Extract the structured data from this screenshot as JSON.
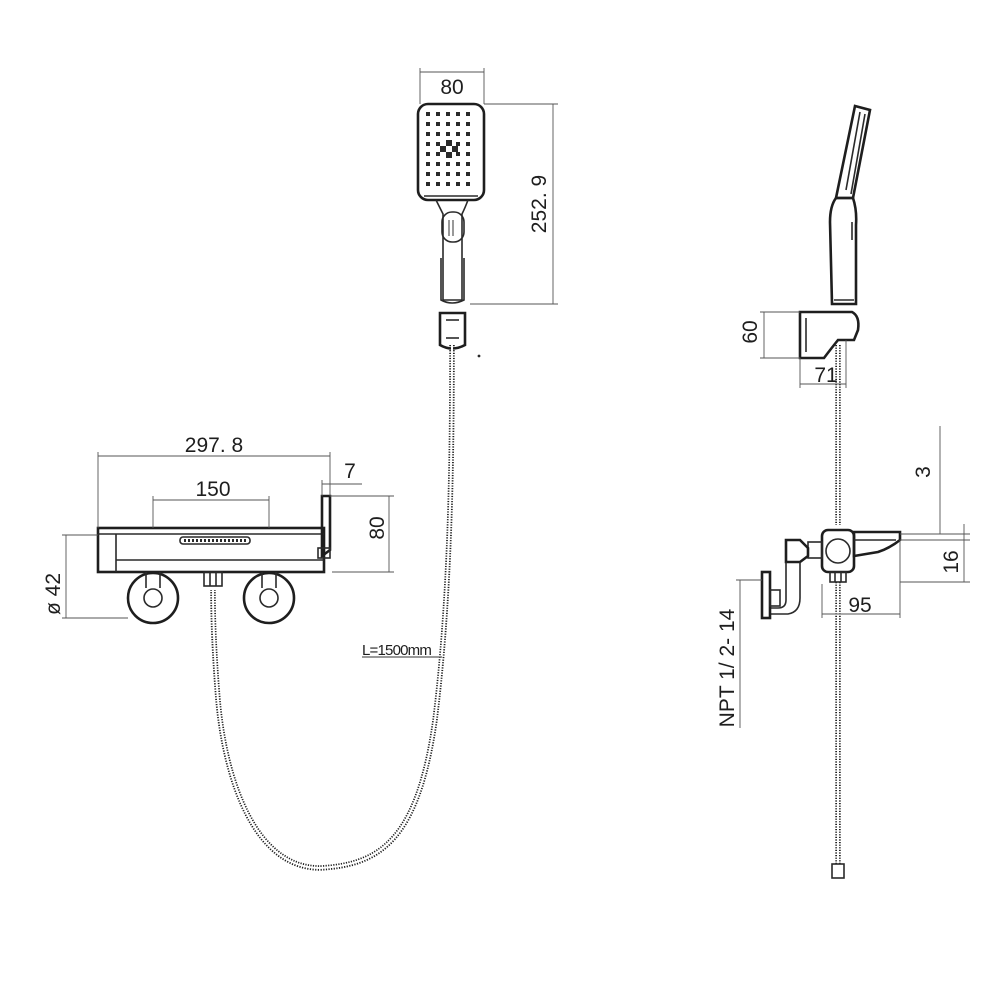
{
  "dimensions": {
    "head_width": "80",
    "head_height": "252. 9",
    "body_length": "297. 8",
    "handle_offset": "7",
    "inlet_spacing": "150",
    "body_height": "80",
    "escutcheon_dia": "ø 42",
    "hose_length": "L=1500mm",
    "holder_height": "60",
    "holder_depth": "71",
    "top_offset": "3",
    "spout_height": "16",
    "body_depth": "95",
    "thread": "NPT 1/ 2- 14"
  }
}
